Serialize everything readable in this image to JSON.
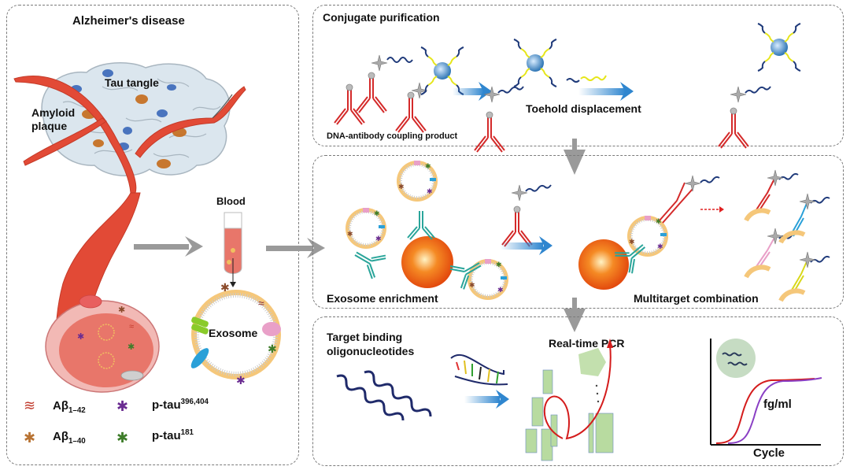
{
  "panels": {
    "alzheimers": {
      "title": "Alzheimer's disease",
      "labels": {
        "tau_tangle": "Tau tangle",
        "amyloid_line1": "Amyloid",
        "amyloid_line2": "plaque",
        "blood": "Blood",
        "exosome": "Exosome"
      },
      "legend": [
        {
          "name": "Aβ",
          "sub": "1–42",
          "color": "#c0392b"
        },
        {
          "name": "p-tau",
          "sup": "396,404",
          "color": "#6a2c91"
        },
        {
          "name": "Aβ",
          "sub": "1–40",
          "color": "#b87333"
        },
        {
          "name": "p-tau",
          "sup": "181",
          "color": "#3e7d2a"
        }
      ]
    },
    "conjugate": {
      "title": "Conjugate purification",
      "coupling_label": "DNA-antibody coupling product",
      "toehold_label": "Toehold displacement"
    },
    "enrichment": {
      "exosome_label": "Exosome enrichment",
      "multitarget_label": "Multitarget combination"
    },
    "pcr": {
      "target_line1": "Target binding",
      "target_line2": "oligonucleotides",
      "pcr_label": "Real-time PCR",
      "unit_label": "fg/ml",
      "xaxis_label": "Cycle"
    }
  },
  "colors": {
    "antibody_red": "#d42a2a",
    "dna_blue": "#1f3a7a",
    "linker_yellow": "#e6e61a",
    "arrow_blue": "#2f86cf",
    "flow_gray": "#9a9a9a",
    "bead_orange": "#f06a1a",
    "teal_antibody": "#2aa59a",
    "curve_red": "#d41c1c",
    "curve_purple": "#8a3fc4"
  }
}
